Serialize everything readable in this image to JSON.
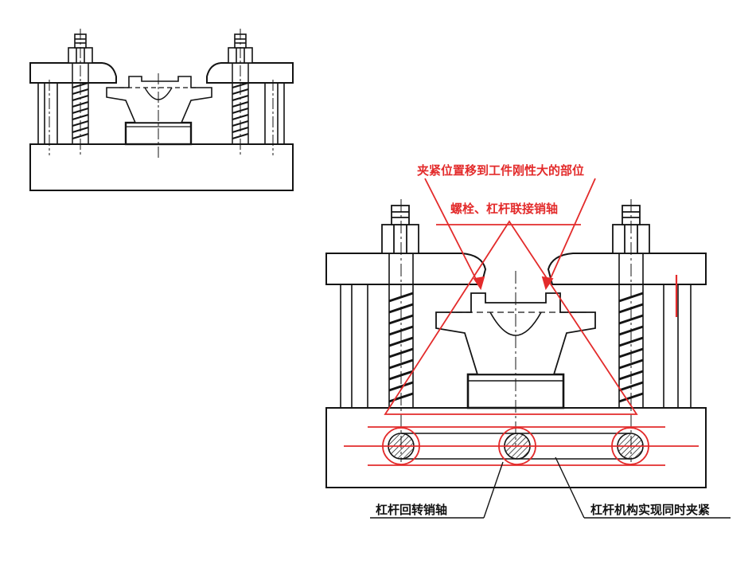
{
  "colors": {
    "ink": "#141414",
    "annotation": "#e32b2b",
    "background": "#ffffff"
  },
  "labels": {
    "clamp_position_moved": "夹紧位置移到工件刚性大的部位",
    "bolt_lever_pin": "螺栓、杠杆联接销轴",
    "lever_pivot_pin": "杠杆回转销轴",
    "lever_simultaneous_clamp": "杠杆机构实现同时夹紧"
  },
  "figures": [
    {
      "id": "original-fixture",
      "components": [
        "base",
        "guide-posts",
        "threaded-studs",
        "hex-nuts",
        "clamp-levers",
        "workpiece",
        "support-block",
        "centerlines"
      ]
    },
    {
      "id": "improved-fixture",
      "components": [
        "base",
        "guide-posts",
        "threaded-studs",
        "hex-nuts",
        "clamp-levers",
        "workpiece",
        "support-block",
        "pivot-pins",
        "linkage-bar",
        "force-triangle"
      ]
    }
  ]
}
